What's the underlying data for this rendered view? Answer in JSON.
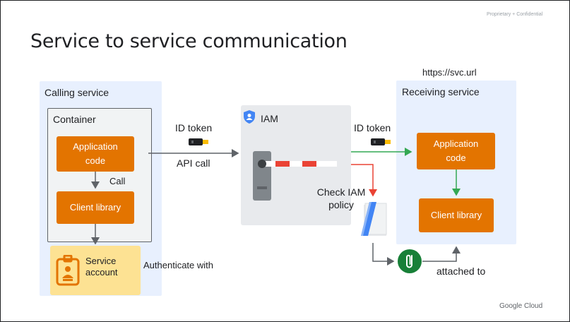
{
  "header": {
    "proprietary": "Proprietary + Confidential",
    "title": "Service to service communication"
  },
  "calling_service": {
    "label": "Calling service",
    "container_label": "Container",
    "application_code": "Application code",
    "call_label": "Call",
    "client_library": "Client library",
    "service_account": "Service account",
    "authenticate_with": "Authenticate with"
  },
  "middle": {
    "id_token_left": "ID token",
    "api_call": "API call",
    "iam_label": "IAM",
    "check_iam_policy": "Check IAM policy",
    "id_token_right": "ID token",
    "attached_to": "attached to"
  },
  "receiving_service": {
    "url": "https://svc.url",
    "label": "Receiving service",
    "application_code": "Application code",
    "client_library": "Client library"
  },
  "footer": {
    "brand": "Google Cloud"
  },
  "colors": {
    "orange": "#e37400",
    "light_blue_panel": "#e8f0fe",
    "service_account_yellow": "#fde293",
    "green_arrow": "#34a853",
    "red_arrow": "#ea4335",
    "iam_gray": "#e8eaed"
  },
  "icons": [
    "shield-icon",
    "usb-key-icon",
    "barrier-gate-icon",
    "policy-document-icon",
    "paperclip-icon",
    "id-badge-icon"
  ]
}
